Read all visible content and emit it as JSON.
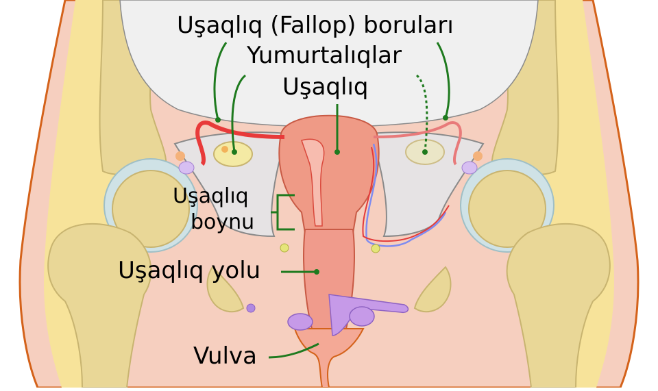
{
  "labels": {
    "fallopian_tubes": "Uşaqlıq (Fallop) boruları",
    "ovaries": "Yumurtalıqlar",
    "uterus": "Uşaqlıq",
    "cervix_line1": "Uşaqlıq",
    "cervix_line2": "boynu",
    "vagina": "Uşaqlıq yolu",
    "vulva": "Vulva"
  },
  "colors": {
    "skin": "#f6cfbf",
    "outline": "#d4621a",
    "fat": "#f7e39a",
    "bone": "#e9d797",
    "bone_edge": "#c8b470",
    "cartilage": "#cfe2e6",
    "peritoneum": "#e6e3e4",
    "peritoneum_edge": "#8a8a8a",
    "uterus": "#ef9a86",
    "tube": "#e83a3a",
    "ovary": "#f4eaa4",
    "vagina": "#f09b8c",
    "bladder": "#c69ae8",
    "vein": "#7f8cf0",
    "artery": "#e33a3a",
    "pointer": "#1e7a1e"
  }
}
